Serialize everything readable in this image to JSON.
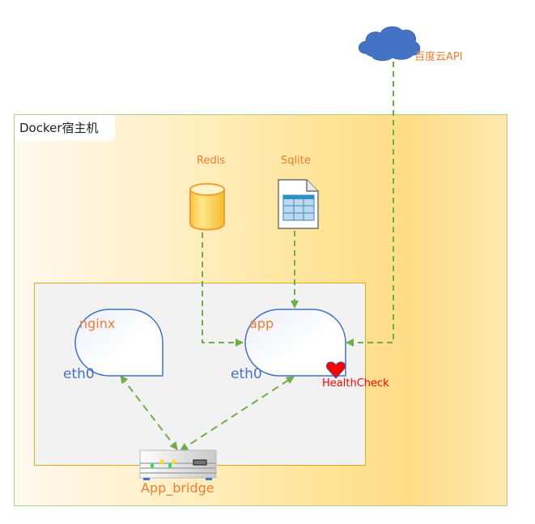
{
  "diagram": {
    "host": {
      "label": "Docker宿主机"
    },
    "external": {
      "label": "百度云API",
      "icon": "cloud-icon"
    },
    "datastores": [
      {
        "label": "Redis",
        "icon": "database-cylinder-icon"
      },
      {
        "label": "Sqlite",
        "icon": "spreadsheet-file-icon"
      }
    ],
    "containers": [
      {
        "name": "nginx",
        "interface": "eth0"
      },
      {
        "name": "app",
        "interface": "eth0",
        "badge": "HealthCheck",
        "badge_icon": "heart-icon"
      }
    ],
    "bridge": {
      "label": "App_bridge",
      "icon": "network-switch-icon"
    },
    "connections": [
      {
        "from": "百度云API",
        "to": "app",
        "style": "dashed",
        "direction": "one-way"
      },
      {
        "from": "Redis",
        "to": "app",
        "style": "dashed",
        "direction": "one-way"
      },
      {
        "from": "Sqlite",
        "to": "app",
        "style": "dashed",
        "direction": "one-way"
      },
      {
        "from": "App_bridge",
        "to": "nginx",
        "style": "dashed",
        "direction": "two-way"
      },
      {
        "from": "App_bridge",
        "to": "app",
        "style": "dashed",
        "direction": "two-way"
      }
    ],
    "colors": {
      "connector": "#70ad47",
      "container_border": "#4472c4",
      "label_orange": "#ed7d31",
      "label_blue": "#4472c4",
      "healthcheck": "#ff0000",
      "cloud": "#4472c4",
      "host_border": "#a9d18e",
      "network_border": "#e0a81a"
    }
  }
}
